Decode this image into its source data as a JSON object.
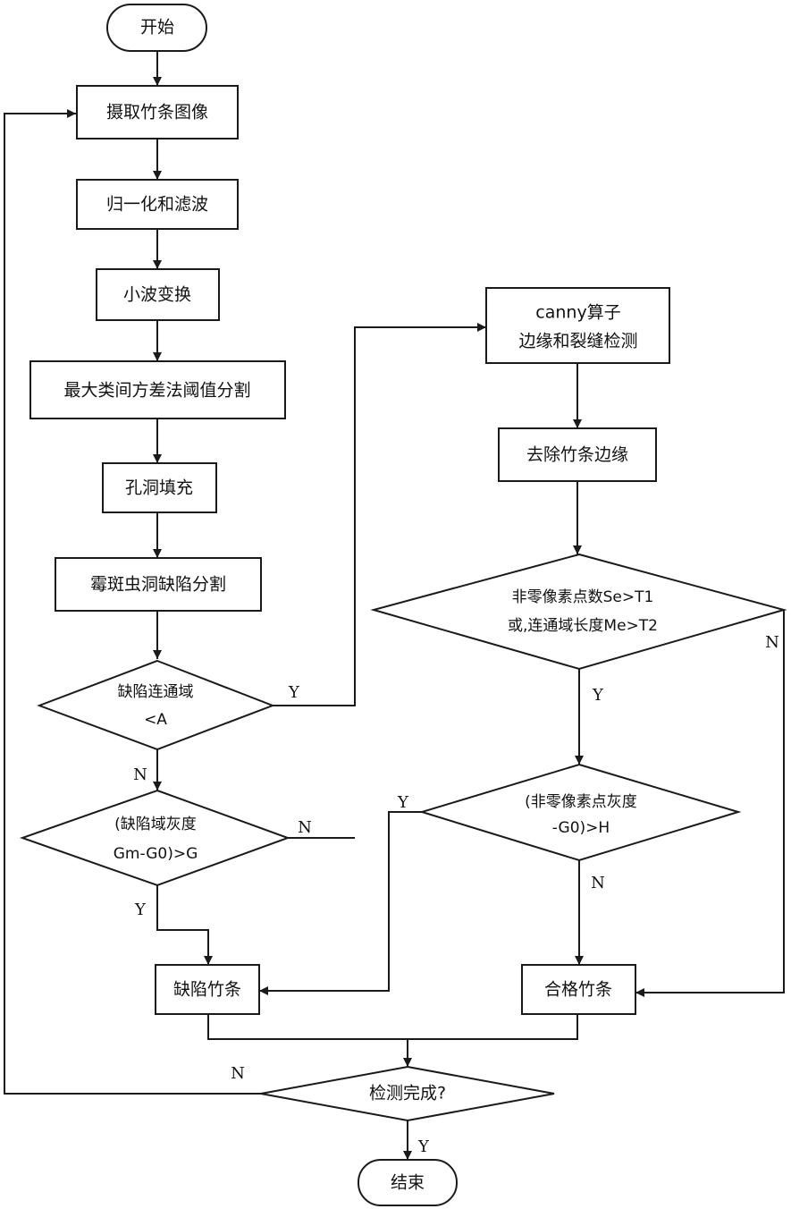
{
  "nodes": {
    "start": "开始",
    "capture": "摄取竹条图像",
    "normalize": "归一化和滤波",
    "wavelet": "小波变换",
    "otsu": "最大类间方差法阈值分割",
    "fill": "孔洞填充",
    "segment": "霉斑虫洞缺陷分割",
    "d1_line1": "缺陷连通域",
    "d1_line2": "<A",
    "d2_line1": "(缺陷域灰度",
    "d2_line2": "Gm-G0)>G",
    "canny_line1": "canny算子",
    "canny_line2": "边缘和裂缝检测",
    "remove_edge": "去除竹条边缘",
    "d3_line1": "非零像素点数Se>T1",
    "d3_line2": "或,连通域长度Me>T2",
    "d4_line1": "(非零像素点灰度",
    "d4_line2": "-G0)>H",
    "defect": "缺陷竹条",
    "qualified": "合格竹条",
    "d5": "检测完成?",
    "end": "结束"
  },
  "labels": {
    "d1_yes": "Y",
    "d1_no": "N",
    "d2_no": "N",
    "d2_yes": "Y",
    "d3_no": "N",
    "d3_yes": "Y",
    "d4_yes": "Y",
    "d4_no": "N",
    "d5_no": "N",
    "d5_yes": "Y"
  }
}
